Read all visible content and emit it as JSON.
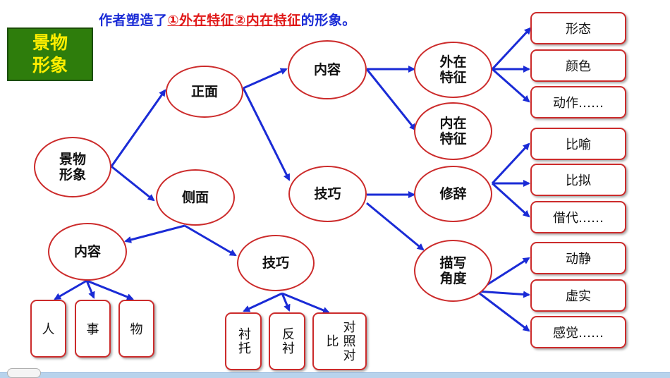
{
  "header": {
    "prefix": "作者塑造了",
    "item1": "①外在特征②内在特征",
    "suffix": "的形象。"
  },
  "badge": {
    "line1": "景物",
    "line2": "形象"
  },
  "nodes": {
    "root": [
      "景物",
      "形象"
    ],
    "front": "正面",
    "side": "侧面",
    "front_content": "内容",
    "front_technique": "技巧",
    "outer": [
      "外在",
      "特征"
    ],
    "inner": [
      "内在",
      "特征"
    ],
    "rhetoric": "修辞",
    "angle": [
      "描写",
      "角度"
    ],
    "side_content": "内容",
    "side_technique": "技巧"
  },
  "boxes": {
    "outer_traits": [
      "形态",
      "颜色",
      "动作……"
    ],
    "rhetoric_types": [
      "比喻",
      "比拟",
      "借代……"
    ],
    "angle_types": [
      "动静",
      "虚实",
      "感觉……"
    ],
    "side_content_types": [
      "人",
      "事",
      "物"
    ],
    "side_technique_types": [
      "衬托",
      "反衬",
      "对照对比"
    ]
  },
  "colors": {
    "arrow": "#1a2bd6",
    "border": "#cc2b2b",
    "badge_bg": "#2e7d0c",
    "badge_text": "#ffee00",
    "title_blue": "#1a2bd6",
    "title_red": "#e01818"
  }
}
